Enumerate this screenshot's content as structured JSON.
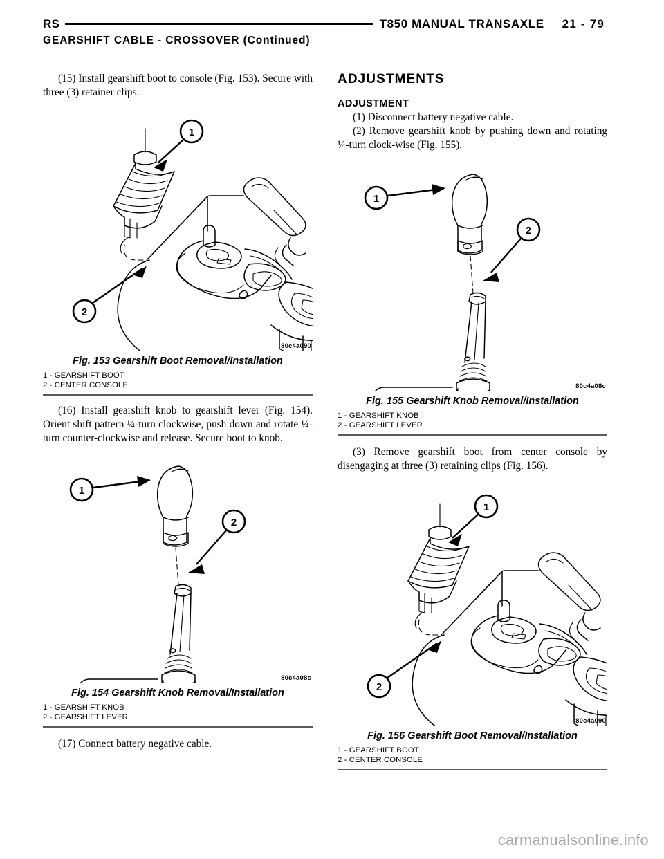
{
  "header": {
    "left_code": "RS",
    "title": "T850 MANUAL TRANSAXLE",
    "page_number": "21 - 79"
  },
  "section_title": "GEARSHIFT CABLE - CROSSOVER (Continued)",
  "left_column": {
    "step_15": "(15) Install gearshift boot to console (Fig. 153). Secure with three (3) retainer clips.",
    "figure_153": {
      "code": "80c4a090",
      "caption": "Fig. 153 Gearshift Boot Removal/Installation",
      "legend": [
        "1 - GEARSHIFT BOOT",
        "2 - CENTER CONSOLE"
      ],
      "callouts": [
        "1",
        "2"
      ]
    },
    "step_16": "(16) Install gearshift knob to gearshift lever (Fig. 154). Orient shift pattern ¼-turn clockwise, push down and rotate ¼-turn counter-clockwise and release. Secure boot to knob.",
    "figure_154": {
      "code": "80c4a08c",
      "caption": "Fig. 154 Gearshift Knob Removal/Installation",
      "legend": [
        "1 - GEARSHIFT KNOB",
        "2 - GEARSHIFT LEVER"
      ],
      "callouts": [
        "1",
        "2"
      ]
    },
    "step_17": "(17) Connect battery negative cable."
  },
  "right_column": {
    "heading_major": "ADJUSTMENTS",
    "heading_minor": "ADJUSTMENT",
    "step_1": "(1) Disconnect battery negative cable.",
    "step_2": "(2) Remove gearshift knob by pushing down and rotating ¼-turn clock-wise (Fig. 155).",
    "figure_155": {
      "code": "80c4a08c",
      "caption": "Fig. 155 Gearshift Knob Removal/Installation",
      "legend": [
        "1 - GEARSHIFT KNOB",
        "2 - GEARSHIFT LEVER"
      ],
      "callouts": [
        "1",
        "2"
      ]
    },
    "step_3": "(3) Remove gearshift boot from center console by disengaging at three (3) retaining clips (Fig. 156).",
    "figure_156": {
      "code": "80c4a090",
      "caption": "Fig. 156 Gearshift Boot Removal/Installation",
      "legend": [
        "1 - GEARSHIFT BOOT",
        "2 - CENTER CONSOLE"
      ],
      "callouts": [
        "1",
        "2"
      ]
    }
  },
  "watermark": "carmanualsonline.info"
}
